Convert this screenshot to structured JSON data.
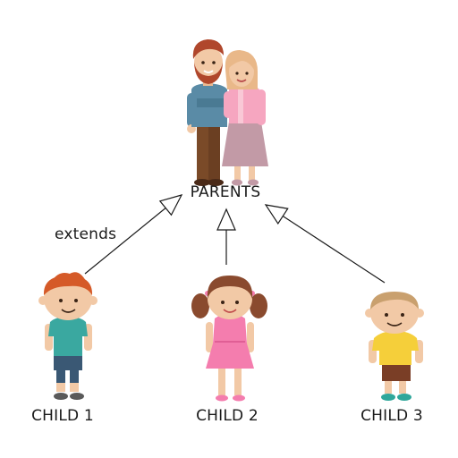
{
  "diagram": {
    "parents_label": "PARENTS",
    "relation_label": "extends",
    "children": [
      {
        "label": "CHILD 1"
      },
      {
        "label": "CHILD 2"
      },
      {
        "label": "CHILD 3"
      }
    ]
  },
  "colors": {
    "line": "#1a1a1a",
    "skin": "#f2c9a6",
    "dad_shirt": "#5a8ba6",
    "dad_pants": "#7a4a28",
    "dad_hair": "#b0472c",
    "mom_top": "#f6a6c0",
    "mom_skirt": "#c29aa6",
    "mom_hair": "#e9b889",
    "child1_shirt": "#3aa8a0",
    "child1_pants": "#3a5874",
    "child1_hair": "#d55a28",
    "child2_dress": "#f47dae",
    "child2_hair": "#8a4a2e",
    "child3_shirt": "#f5cf3a",
    "child3_pants": "#7a3e26",
    "child3_hair": "#c9a06e"
  },
  "icons": [
    "parents-figure",
    "child1-figure",
    "child2-figure",
    "child3-figure"
  ]
}
